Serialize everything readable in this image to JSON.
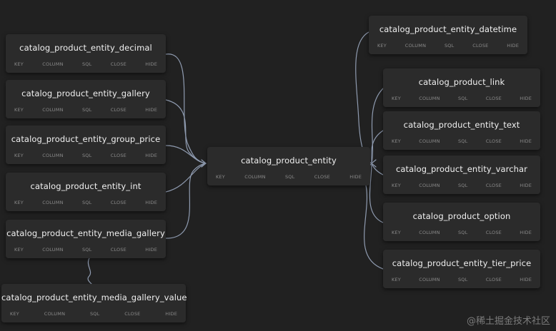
{
  "actions": [
    "KEY",
    "COLUMN",
    "SQL",
    "CLOSE",
    "HIDE"
  ],
  "center_table": "catalog_product_entity",
  "left_tables": [
    "catalog_product_entity_decimal",
    "catalog_product_entity_gallery",
    "catalog_product_entity_group_price",
    "catalog_product_entity_int",
    "catalog_product_entity_media_gallery"
  ],
  "child_table": "catalog_product_entity_media_gallery_value",
  "right_tables": [
    "catalog_product_entity_datetime",
    "catalog_product_link",
    "catalog_product_entity_text",
    "catalog_product_entity_varchar",
    "catalog_product_option",
    "catalog_product_entity_tier_price"
  ],
  "watermark": "@稀土掘金技术社区",
  "colors": {
    "background": "#212121",
    "node": "#2b2b2b",
    "link": "#8f9bb0"
  }
}
